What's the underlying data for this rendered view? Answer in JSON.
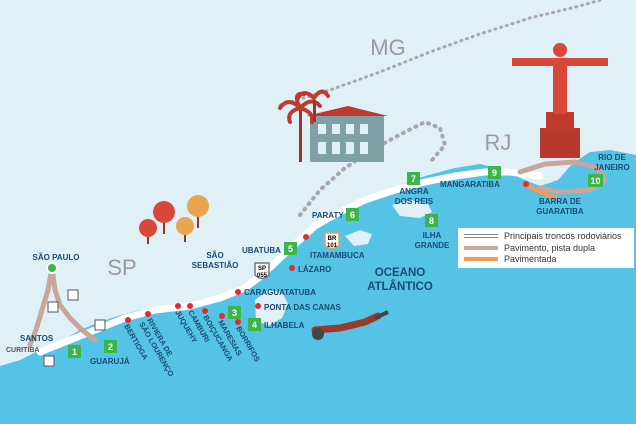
{
  "states": [
    {
      "key": "mg",
      "name": "MG"
    },
    {
      "key": "rj",
      "name": "RJ"
    },
    {
      "key": "sp",
      "name": "SP"
    }
  ],
  "ocean": {
    "line1": "OCEANO",
    "line2": "ATLÂNTICO"
  },
  "highway_shields": [
    {
      "key": "br101",
      "line1": "BR",
      "line2": "101"
    },
    {
      "key": "sp055",
      "line1": "SP",
      "line2": "055"
    }
  ],
  "arrow_label": "CURITIBA",
  "numbered_stops": [
    {
      "num": "1",
      "name": "SANTOS"
    },
    {
      "num": "2",
      "name": "GUARUJÁ"
    },
    {
      "num": "3",
      "name": "CARAGUATATUBA"
    },
    {
      "num": "4",
      "name": "ILHABELA"
    },
    {
      "num": "5",
      "name": "UBATUBA"
    },
    {
      "num": "6",
      "name": "PARATY"
    },
    {
      "num": "7",
      "name": "ANGRA DOS REIS"
    },
    {
      "num": "8",
      "name": "ILHA GRANDE"
    },
    {
      "num": "9",
      "name": "MANGARATIBA"
    },
    {
      "num": "10",
      "name": "RIO DE JANEIRO"
    }
  ],
  "place_labels": {
    "sao_paulo": "SÃO PAULO",
    "sao_sebastiao_1": "SÃO",
    "sao_sebastiao_2": "SEBASTIÃO",
    "itamambuca": "ITAMAMBUCA",
    "lazaro": "LÁZARO",
    "ponta_das_canas": "PONTA DAS CANAS",
    "barra_guaratiba_1": "BARRA DE",
    "barra_guaratiba_2": "GUARATIBA",
    "angra_1": "ANGRA",
    "angra_2": "DOS REIS",
    "ilha_grande_1": "ILHA",
    "ilha_grande_2": "GRANDE",
    "rio_1": "RIO DE",
    "rio_2": "JANEIRO"
  },
  "beaches": [
    {
      "name": "BERTIOGA"
    },
    {
      "name": "RIVIERA DE"
    },
    {
      "name": "SÃO LOURENÇO"
    },
    {
      "name": "JUQUEHY"
    },
    {
      "name": "CAMBURI"
    },
    {
      "name": "BOIÇUCANGA"
    },
    {
      "name": "MARESIAS"
    },
    {
      "name": "BORRIFOS"
    }
  ],
  "legend": [
    {
      "key": "main",
      "label": "Principais troncos rodoviários",
      "color": "#ffffff"
    },
    {
      "key": "dual",
      "label": "Pavimento, pista dupla",
      "color": "#c9a59b"
    },
    {
      "key": "paved",
      "label": "Pavimentada",
      "color": "#f39a55"
    }
  ],
  "colors": {
    "sea": "#55c3e6",
    "land": "#dff1f7",
    "stop_badge": "#3bb54a",
    "poi_dot": "#e12b31",
    "state_label": "#9a9a9a",
    "dotted_border": "#a7a7a7",
    "main_road": "#ffffff",
    "dual_road": "#c9a59b",
    "paved_road": "#f39a55"
  },
  "icons": [
    "house-icon",
    "palm-tree-icon",
    "christ-redeemer-icon",
    "tree-icon",
    "diver-icon",
    "surfer-icon"
  ]
}
